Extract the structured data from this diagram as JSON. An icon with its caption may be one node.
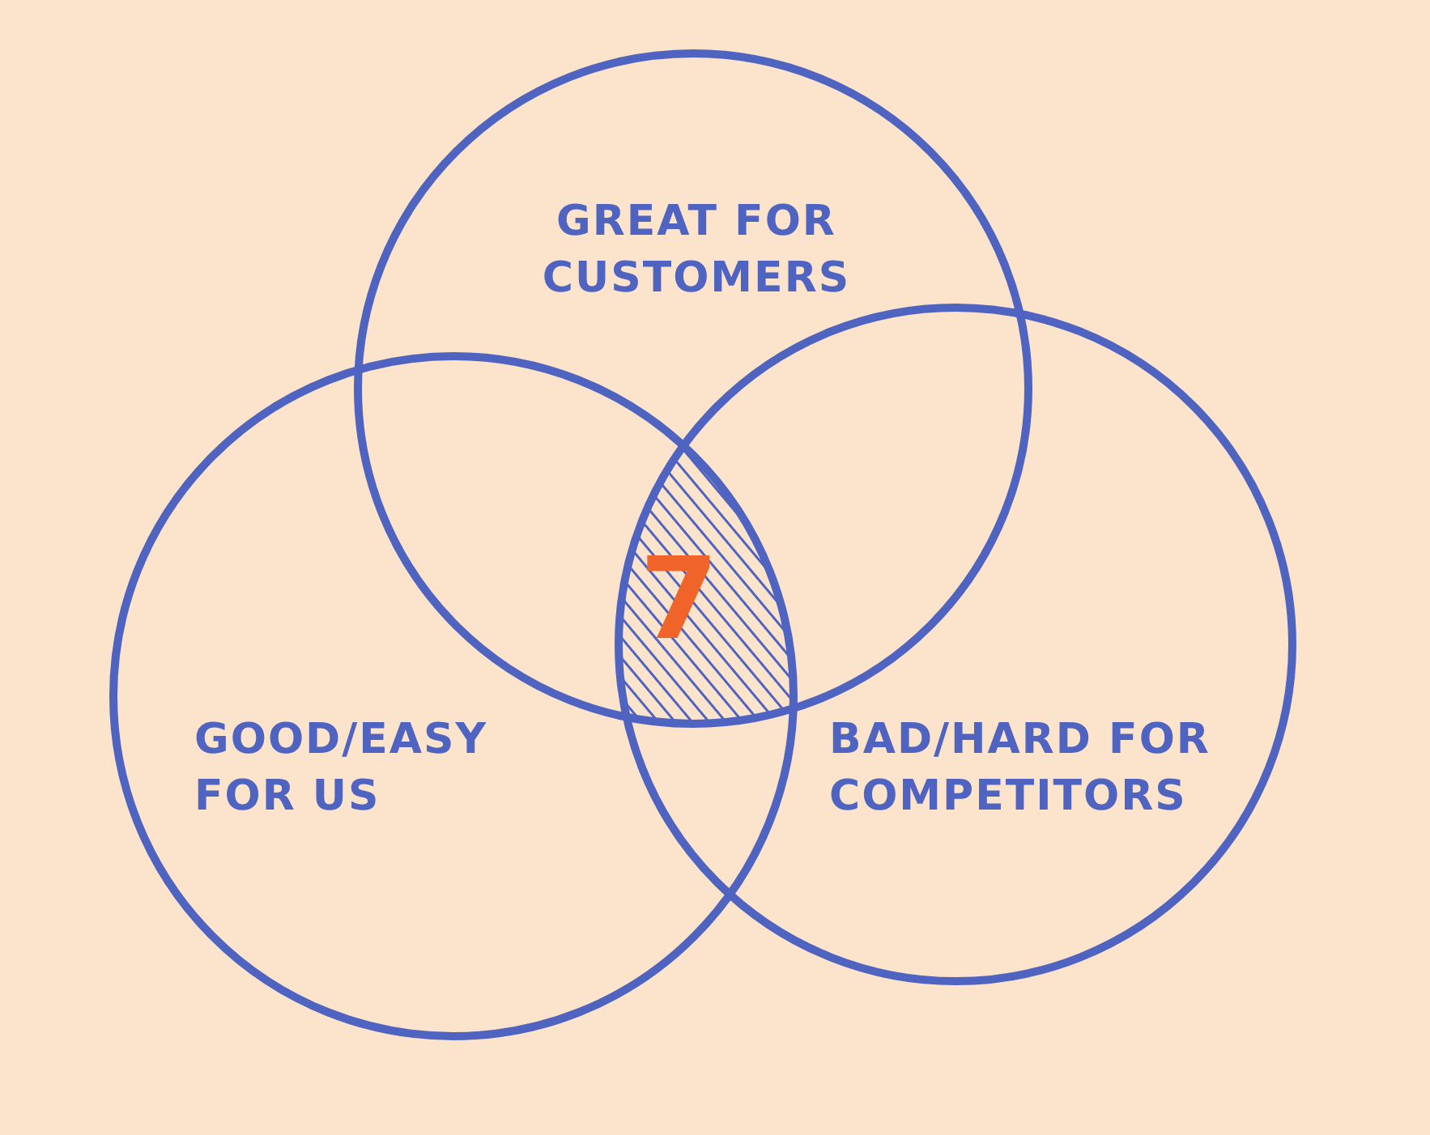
{
  "diagram": {
    "nodes": [
      {
        "text": [
          "GREAT FOR CUSTOMERS"
        ]
      },
      {
        "text": [
          "GOOD/EASY FOR US"
        ]
      },
      {
        "text": [
          "BAD/HARD FOR COMPETITORS"
        ]
      }
    ],
    "labels": [
      "7"
    ]
  }
}
